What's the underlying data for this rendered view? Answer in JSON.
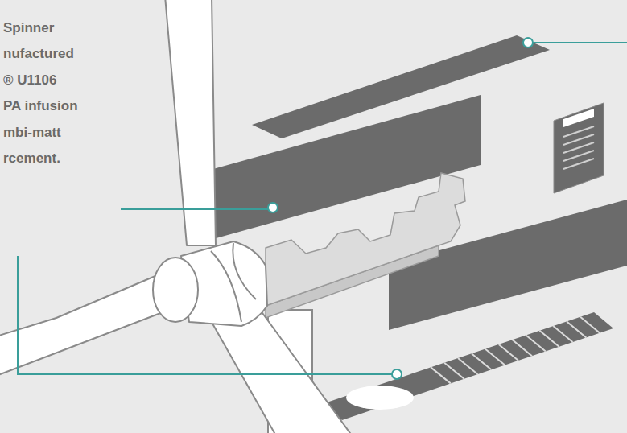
{
  "diagram": {
    "labels": [
      "Spinner",
      "nufactured",
      "® U1106",
      "PA infusion",
      "mbi-matt",
      "rcement."
    ]
  }
}
